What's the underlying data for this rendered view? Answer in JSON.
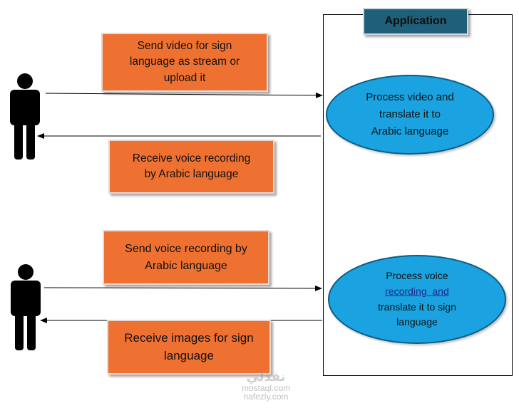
{
  "application": {
    "title": "Application"
  },
  "messages": {
    "send_video": [
      "Send video for sign",
      "language as stream or",
      "upload it"
    ],
    "receive_voice": [
      "Receive voice recording",
      "by Arabic language"
    ],
    "send_voice": [
      "Send voice recording by",
      "Arabic language"
    ],
    "receive_images": [
      "Receive images for sign",
      "language"
    ]
  },
  "processes": {
    "video": [
      "Process video and",
      "translate it to",
      "Arabic language"
    ],
    "voice": {
      "line1": "Process voice",
      "line2": "recording  and",
      "line3": "translate it to sign",
      "line4": "language"
    }
  },
  "watermark": {
    "line1": "نفذلي",
    "line2": "mostaql.com",
    "line3": "nafezly.com"
  },
  "colors": {
    "message_box": "#ee7132",
    "process_ellipse": "#1aa3e0",
    "application_header": "#1f5f7a",
    "actor": "#000000"
  }
}
